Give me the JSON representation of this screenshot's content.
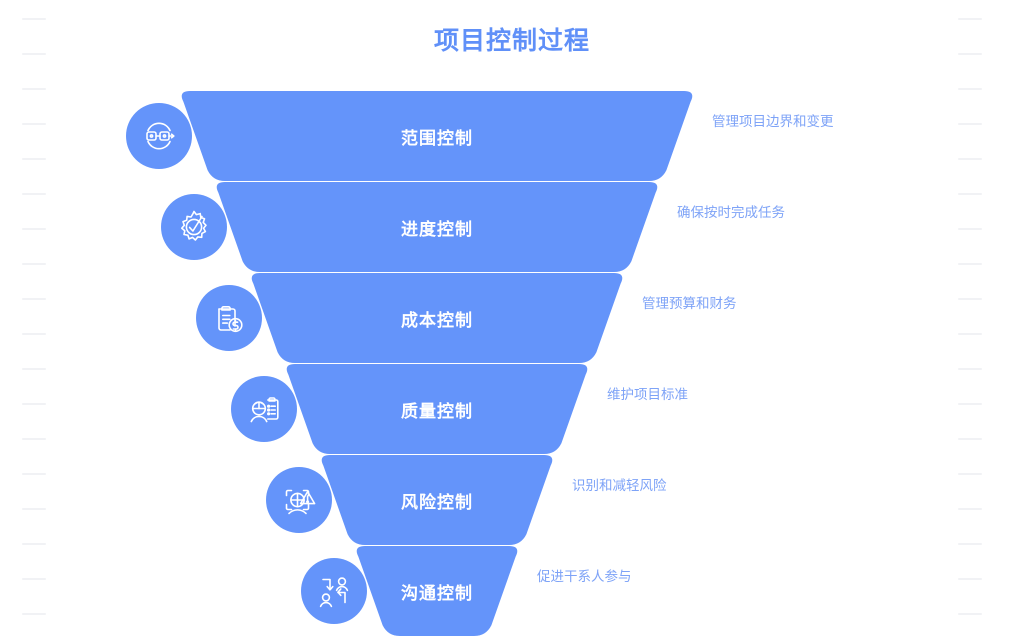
{
  "title": "项目控制过程",
  "theme": {
    "band_color": "#6494fa",
    "title_color": "#6090f8",
    "desc_color": "#7ea3f7",
    "label_color": "#ffffff",
    "background": "#ffffff"
  },
  "stages": [
    {
      "label": "范围控制",
      "description": "管理项目边界和变更",
      "icon": "process-flow-icon"
    },
    {
      "label": "进度控制",
      "description": "确保按时完成任务",
      "icon": "gear-check-icon"
    },
    {
      "label": "成本控制",
      "description": "管理预算和财务",
      "icon": "clipboard-dollar-icon"
    },
    {
      "label": "质量控制",
      "description": "维护项目标准",
      "icon": "inspector-clipboard-icon"
    },
    {
      "label": "风险控制",
      "description": "识别和减轻风险",
      "icon": "risk-warning-scan-icon"
    },
    {
      "label": "沟通控制",
      "description": "促进干系人参与",
      "icon": "people-exchange-icon"
    }
  ],
  "chart_data": {
    "type": "funnel",
    "title": "项目控制过程",
    "orientation": "vertical",
    "stages": [
      "范围控制",
      "进度控制",
      "成本控制",
      "质量控制",
      "风险控制",
      "沟通控制"
    ],
    "descriptions": [
      "管理项目边界和变更",
      "确保按时完成任务",
      "管理预算和财务",
      "维护项目标准",
      "识别和减轻风险",
      "促进干系人参与"
    ],
    "band_top_widths": [
      518,
      448,
      378,
      308,
      238,
      168
    ],
    "band_bottom_widths": [
      448,
      378,
      308,
      238,
      168,
      98
    ],
    "legend": "none",
    "grid": false
  }
}
